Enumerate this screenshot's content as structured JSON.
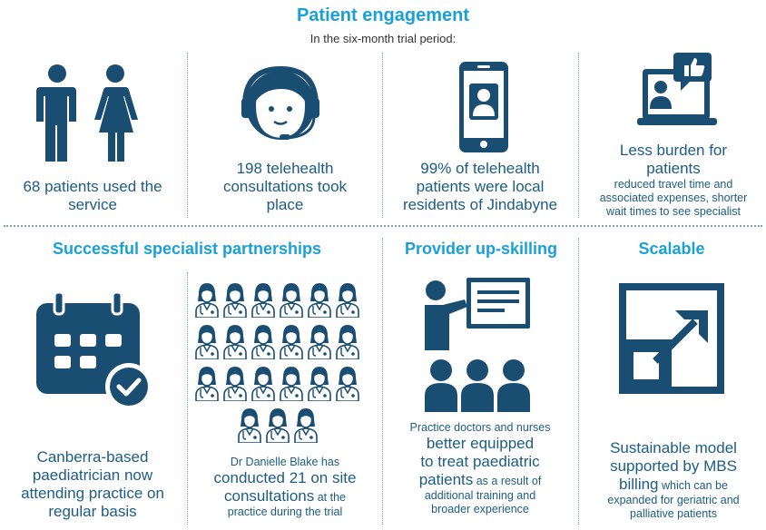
{
  "header": {
    "title": "Patient engagement",
    "subtitle": "In the six-month trial period:"
  },
  "engagement": {
    "patients": {
      "line1": "68 patients used the",
      "line2": "service"
    },
    "consults": {
      "line1": "198 telehealth",
      "line2": "consultations took",
      "line3": "place"
    },
    "local": {
      "line1": "99% of telehealth",
      "line2": "patients were local",
      "line3": "residents of Jindabyne"
    },
    "burden": {
      "line1": "Less burden for",
      "line2": "patients",
      "detail1": "reduced travel time and",
      "detail2": "associated expenses, shorter",
      "detail3": "wait times to see specialist"
    }
  },
  "partnerships": {
    "title": "Successful specialist partnerships",
    "canberra": {
      "line1": "Canberra-based",
      "line2": "paediatrician now",
      "line3": "attending practice on",
      "line4": "regular basis"
    },
    "blake": {
      "line1": "Dr Danielle Blake has",
      "line2": "conducted 21 on site",
      "line3a": "consultations",
      "line3b": " at the",
      "line4": "practice during the trial"
    },
    "doctor_icon_count": 21
  },
  "upskilling": {
    "title": "Provider up-skilling",
    "line1": "Practice doctors and nurses",
    "line2": "better equipped",
    "line3": "to treat paediatric",
    "line4a": "patients",
    "line4b": " as a result of",
    "line5": "additional training and",
    "line6": "broader experience"
  },
  "scalable": {
    "title": "Scalable",
    "line1": "Sustainable model",
    "line2": "supported by MBS",
    "line3a": "billing",
    "line3b": " which can be",
    "line4": "expanded for geriatric and",
    "line5": "palliative patients"
  },
  "colors": {
    "accent": "#1aa0d8",
    "navy": "#1c5c84",
    "icon": "#1a4d72"
  },
  "icons": [
    "people-icon",
    "headset-agent-icon",
    "smartphone-user-icon",
    "laptop-like-icon",
    "calendar-check-icon",
    "doctor-icon",
    "presenter-audience-icon",
    "scale-up-arrow-icon"
  ]
}
